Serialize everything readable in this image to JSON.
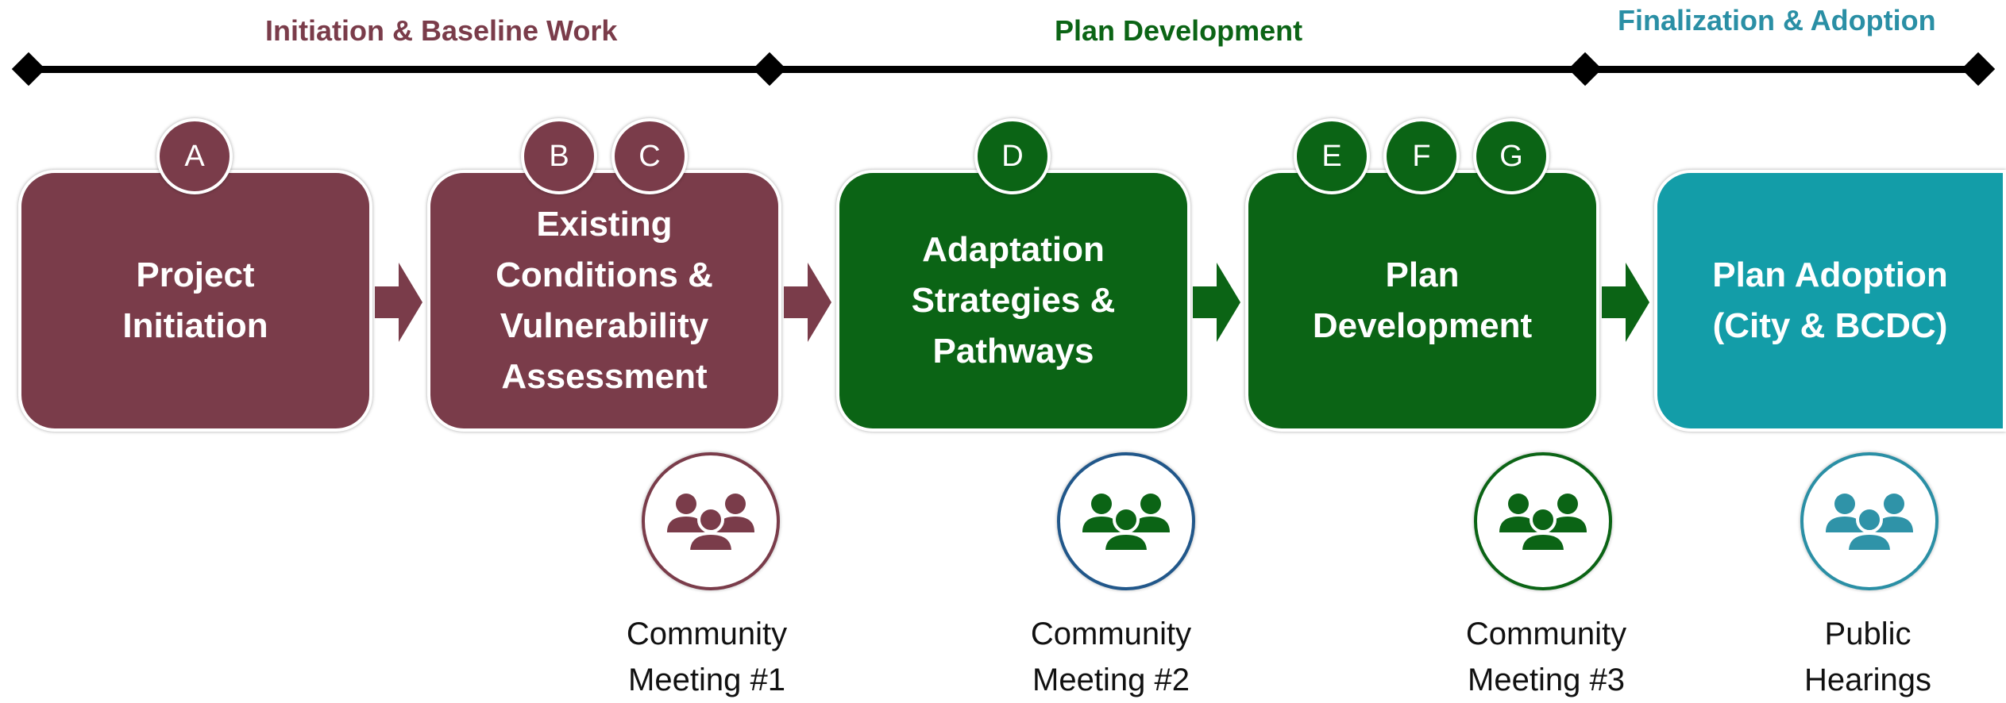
{
  "colors": {
    "maroon": "#7a3c4a",
    "green": "#0b6415",
    "teal": "#139da8",
    "navy": "#21578a"
  },
  "phases": [
    {
      "label": "Initiation & Baseline Work"
    },
    {
      "label": "Plan Development"
    },
    {
      "label": "Finalization & Adoption"
    }
  ],
  "steps": [
    {
      "label": "Project\nInitiation",
      "badges": [
        "A"
      ]
    },
    {
      "label": "Existing\nConditions &\nVulnerability\nAssessment",
      "badges": [
        "B",
        "C"
      ]
    },
    {
      "label": "Adaptation\nStrategies &\nPathways",
      "badges": [
        "D"
      ]
    },
    {
      "label": "Plan\nDevelopment",
      "badges": [
        "E",
        "F",
        "G"
      ]
    },
    {
      "label": "Plan Adoption\n(City & BCDC)",
      "badges": []
    }
  ],
  "meetings": [
    {
      "label": "Community\nMeeting #1",
      "icon": "people-group-icon"
    },
    {
      "label": "Community\nMeeting #2",
      "icon": "people-group-icon"
    },
    {
      "label": "Community\nMeeting #3",
      "icon": "people-group-icon"
    },
    {
      "label": "Public\nHearings",
      "icon": "people-group-icon"
    }
  ]
}
